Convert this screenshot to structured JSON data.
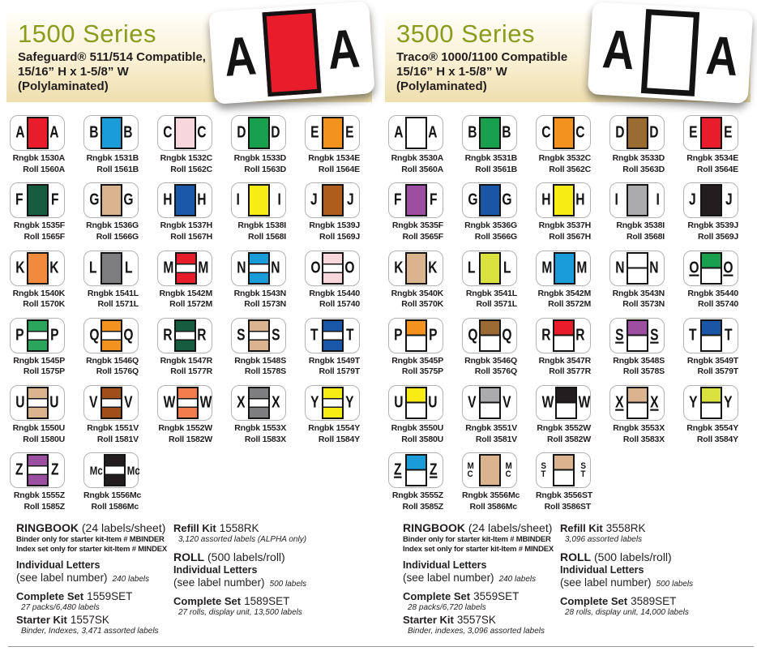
{
  "colors": {
    "title": "#8a9c1d",
    "band_bottom": "#efdfae",
    "tile_border": "#b3b3b3",
    "ink": "#221e1f"
  },
  "series": [
    {
      "title": "1500 Series",
      "subtitle1": "Safeguard® 511/514 Compatible,",
      "subtitle2": "15/16” H x 1-5/8” W",
      "subtitle3": "(Polylaminated)",
      "hero": {
        "letter": "A",
        "center_color": "#e81c2a",
        "border_width": 5
      },
      "labels": [
        {
          "letter": "A",
          "color": "#e81c2a",
          "style": "solid",
          "code1": "Rngbk 1530A",
          "code2": "Roll 1560A"
        },
        {
          "letter": "B",
          "color": "#1a9cd8",
          "style": "solid",
          "code1": "Rngbk 1531B",
          "code2": "Roll 1561B"
        },
        {
          "letter": "C",
          "color": "#f7d6dc",
          "style": "solid",
          "code1": "Rngbk 1532C",
          "code2": "Roll 1562C"
        },
        {
          "letter": "D",
          "color": "#18a04e",
          "style": "solid",
          "code1": "Rngbk 1533D",
          "code2": "Roll 1563D"
        },
        {
          "letter": "E",
          "color": "#f3921f",
          "style": "solid",
          "code1": "Rngbk 1534E",
          "code2": "Roll 1564E"
        },
        {
          "letter": "F",
          "color": "#165c41",
          "style": "solid",
          "code1": "Rngbk 1535F",
          "code2": "Roll 1565F"
        },
        {
          "letter": "G",
          "color": "#d9b48f",
          "style": "solid",
          "code1": "Rngbk 1536G",
          "code2": "Roll 1566G"
        },
        {
          "letter": "H",
          "color": "#1a57a8",
          "style": "solid",
          "code1": "Rngbk 1537H",
          "code2": "Roll 1567H"
        },
        {
          "letter": "I",
          "color": "#f7ec13",
          "style": "solid",
          "code1": "Rngbk 1538I",
          "code2": "Roll 1568I"
        },
        {
          "letter": "J",
          "color": "#ae5d1d",
          "style": "solid",
          "code1": "Rngbk 1539J",
          "code2": "Roll 1569J"
        },
        {
          "letter": "K",
          "color": "#f08a3c",
          "style": "solid",
          "code1": "Rngbk 1540K",
          "code2": "Roll 1570K"
        },
        {
          "letter": "L",
          "color": "#7e7e80",
          "style": "solid",
          "code1": "Rngbk 1541L",
          "code2": "Roll 1571L"
        },
        {
          "letter": "M",
          "color": "#e81c2a",
          "style": "striped",
          "code1": "Rngbk 1542M",
          "code2": "Roll 1572M"
        },
        {
          "letter": "N",
          "color": "#1a9cd8",
          "style": "striped",
          "code1": "Rngbk 1543N",
          "code2": "Roll 1573N"
        },
        {
          "letter": "O",
          "color": "#f7d6dc",
          "style": "striped",
          "code1": "Rngbk 15440",
          "code2": "Roll 15740"
        },
        {
          "letter": "P",
          "color": "#2ba55c",
          "style": "striped",
          "code1": "Rngbk 1545P",
          "code2": "Roll 1575P"
        },
        {
          "letter": "Q",
          "color": "#f3921f",
          "style": "striped",
          "code1": "Rngbk 1546Q",
          "code2": "Roll 1576Q"
        },
        {
          "letter": "R",
          "color": "#165c41",
          "style": "striped",
          "code1": "Rngbk 1547R",
          "code2": "Roll 1577R"
        },
        {
          "letter": "S",
          "color": "#d9b48f",
          "style": "striped",
          "code1": "Rngbk 1548S",
          "code2": "Roll 1578S"
        },
        {
          "letter": "T",
          "color": "#1a57a8",
          "style": "striped",
          "code1": "Rngbk 1549T",
          "code2": "Roll 1579T"
        },
        {
          "letter": "U",
          "color": "#d9b48f",
          "style": "striped",
          "code1": "Rngbk 1550U",
          "code2": "Roll 1580U"
        },
        {
          "letter": "V",
          "color": "#a24e1b",
          "style": "striped",
          "code1": "Rngbk 1551V",
          "code2": "Roll 1581V"
        },
        {
          "letter": "W",
          "color": "#f47d4d",
          "style": "striped",
          "code1": "Rngbk 1552W",
          "code2": "Roll 1582W"
        },
        {
          "letter": "X",
          "color": "#7e7e80",
          "style": "striped",
          "code1": "Rngbk 1553X",
          "code2": "Roll 1583X"
        },
        {
          "letter": "Y",
          "color": "#f7ec13",
          "style": "striped",
          "code1": "Rngbk 1554Y",
          "code2": "Roll 1584Y"
        },
        {
          "letter": "Z",
          "color": "#9c4fa0",
          "style": "striped",
          "code1": "Rngbk 1555Z",
          "code2": "Roll 1585Z"
        },
        {
          "letter": "Mc",
          "small": true,
          "color": "#221e1f",
          "style": "striped",
          "code1": "Rngbk 1556Mc",
          "code2": "Roll 1586Mc"
        }
      ],
      "footer_col1": {
        "heading_bold": "RINGBOOK",
        "heading_rest": " (24 labels/sheet)",
        "note1": "Binder only for starter kit-Item # MBINDER",
        "note2": "Index set only for starter kit-Item # MINDEX",
        "ind_letters": "Individual Letters",
        "see_label": "(see label number)",
        "see_count": "240 labels",
        "complete_bold": "Complete Set",
        "complete_code": "1559SET",
        "complete_note": "27 packs/6,480 labels",
        "starter_bold": "Starter Kit",
        "starter_code": "1557SK",
        "starter_note": "Binder, Indexes, 3,471 assorted labels"
      },
      "footer_col2": {
        "refill_bold": "Refill Kit",
        "refill_code": "1558RK",
        "refill_note": "3,120 assorted labels (ALPHA only)",
        "roll_bold": "ROLL",
        "roll_rest": " (500 labels/roll)",
        "ind_letters": "Individual Letters",
        "see_label": "(see label number)",
        "see_count": "500 labels",
        "complete_bold": "Complete Set",
        "complete_code": "1589SET",
        "complete_note": "27 rolls, display unit, 13,500 labels"
      }
    },
    {
      "title": "3500 Series",
      "subtitle1": "Traco® 1000/1100 Compatible",
      "subtitle2": "15/16” H x 1-5/8” W",
      "subtitle3": "(Polylaminated)",
      "hero": {
        "letter": "A",
        "center_color": "#ffffff",
        "border_width": 7
      },
      "labels": [
        {
          "letter": "A",
          "color": "#ffffff",
          "style": "solid",
          "code1": "Rngbk 3530A",
          "code2": "Roll 3560A"
        },
        {
          "letter": "B",
          "color": "#18a04e",
          "style": "solid",
          "code1": "Rngbk 3531B",
          "code2": "Roll 3561B"
        },
        {
          "letter": "C",
          "color": "#f3921f",
          "style": "solid",
          "code1": "Rngbk 3532C",
          "code2": "Roll 3562C"
        },
        {
          "letter": "D",
          "color": "#9a6a33",
          "style": "solid",
          "code1": "Rngbk 3533D",
          "code2": "Roll 3563D"
        },
        {
          "letter": "E",
          "color": "#e81c2a",
          "style": "solid",
          "code1": "Rngbk 3534E",
          "code2": "Roll 3564E"
        },
        {
          "letter": "F",
          "color": "#9c4fa0",
          "style": "solid",
          "code1": "Rngbk 3535F",
          "code2": "Roll 3565F"
        },
        {
          "letter": "G",
          "color": "#1b55a6",
          "style": "solid",
          "code1": "Rngbk 3536G",
          "code2": "Roll 3566G"
        },
        {
          "letter": "H",
          "color": "#f7ec13",
          "style": "solid",
          "code1": "Rngbk 3537H",
          "code2": "Roll 3567H"
        },
        {
          "letter": "I",
          "color": "#ababad",
          "style": "solid",
          "code1": "Rngbk 3538I",
          "code2": "Roll 3568I"
        },
        {
          "letter": "J",
          "color": "#221e1f",
          "style": "solid",
          "code1": "Rngbk 3539J",
          "code2": "Roll 3569J"
        },
        {
          "letter": "K",
          "color": "#d9b48f",
          "style": "solid",
          "code1": "Rngbk 3540K",
          "code2": "Roll 3570K"
        },
        {
          "letter": "L",
          "color": "#d8e13e",
          "style": "solid",
          "code1": "Rngbk 3541L",
          "code2": "Roll 3571L"
        },
        {
          "letter": "M",
          "color": "#1a9cd8",
          "style": "solid",
          "code1": "Rngbk 3542M",
          "code2": "Roll 3572M"
        },
        {
          "letter": "N",
          "color": "#ffffff",
          "style": "split",
          "code1": "Rngbk 3543N",
          "code2": "Roll 3573N"
        },
        {
          "letter": "O",
          "underline": true,
          "color": "#18a04e",
          "style": "half",
          "code1": "Rngbk 35440",
          "code2": "Roll 35740"
        },
        {
          "letter": "P",
          "color": "#f3921f",
          "style": "half",
          "code1": "Rngbk 3545P",
          "code2": "Roll 3575P"
        },
        {
          "letter": "Q",
          "color": "#9a6a33",
          "style": "half",
          "code1": "Rngbk 3546Q",
          "code2": "Roll 3576Q"
        },
        {
          "letter": "R",
          "color": "#e81c2a",
          "style": "half",
          "code1": "Rngbk 3547R",
          "code2": "Roll 3577R"
        },
        {
          "letter": "S",
          "underline": true,
          "color": "#9c4fa0",
          "style": "half",
          "code1": "Rngbk 3548S",
          "code2": "Roll 3578S"
        },
        {
          "letter": "T",
          "color": "#1b55a6",
          "style": "half",
          "code1": "Rngbk 3549T",
          "code2": "Roll 3579T"
        },
        {
          "letter": "U",
          "color": "#f7ec13",
          "style": "half",
          "code1": "Rngbk 3550U",
          "code2": "Roll 3580U"
        },
        {
          "letter": "V",
          "color": "#ababad",
          "style": "half",
          "code1": "Rngbk 3551V",
          "code2": "Roll 3581V"
        },
        {
          "letter": "W",
          "color": "#221e1f",
          "style": "half",
          "code1": "Rngbk 3552W",
          "code2": "Roll 3582W"
        },
        {
          "letter": "X",
          "underline": true,
          "color": "#d9b48f",
          "style": "half",
          "code1": "Rngbk 3553X",
          "code2": "Roll 3583X"
        },
        {
          "letter": "Y",
          "color": "#d8e13e",
          "style": "half",
          "code1": "Rngbk 3554Y",
          "code2": "Roll 3584Y"
        },
        {
          "letter": "Z",
          "underline": true,
          "color": "#1a9cd8",
          "style": "half",
          "code1": "Rngbk 3555Z",
          "code2": "Roll 3585Z"
        },
        {
          "letter": "MC",
          "stack": true,
          "color": "#d9b48f",
          "style": "solid",
          "code1": "Rngbk 3556Mc",
          "code2": "Roll 3586Mc"
        },
        {
          "letter": "ST",
          "stack": true,
          "color": "#d9b48f",
          "style": "half",
          "code1": "Rngbk 3556ST",
          "code2": "Roll 3586ST"
        }
      ],
      "footer_col1": {
        "heading_bold": "RINGBOOK",
        "heading_rest": " (24 labels/sheet)",
        "note1": "Binder only for starter kit-Item # MBINDER",
        "note2": "Index set only for starter kit-Item # MINDEX",
        "ind_letters": "Individual Letters",
        "see_label": "(see label number)",
        "see_count": "240 labels",
        "complete_bold": "Complete Set",
        "complete_code": "3559SET",
        "complete_note": "28 packs/6,720 labels",
        "starter_bold": "Starter Kit",
        "starter_code": "3557SK",
        "starter_note": "Binder, indexes, 3,096 assorted labels"
      },
      "footer_col2": {
        "refill_bold": "Refill Kit",
        "refill_code": "3558RK",
        "refill_note": "3,096 assorted labels",
        "roll_bold": "ROLL",
        "roll_rest": " (500 labels/roll)",
        "ind_letters": "Individual Letters",
        "see_label": "(see label number)",
        "see_count": "500 labels",
        "complete_bold": "Complete Set",
        "complete_code": "3589SET",
        "complete_note": "28 rolls, display unit, 14,000 labels"
      }
    }
  ]
}
